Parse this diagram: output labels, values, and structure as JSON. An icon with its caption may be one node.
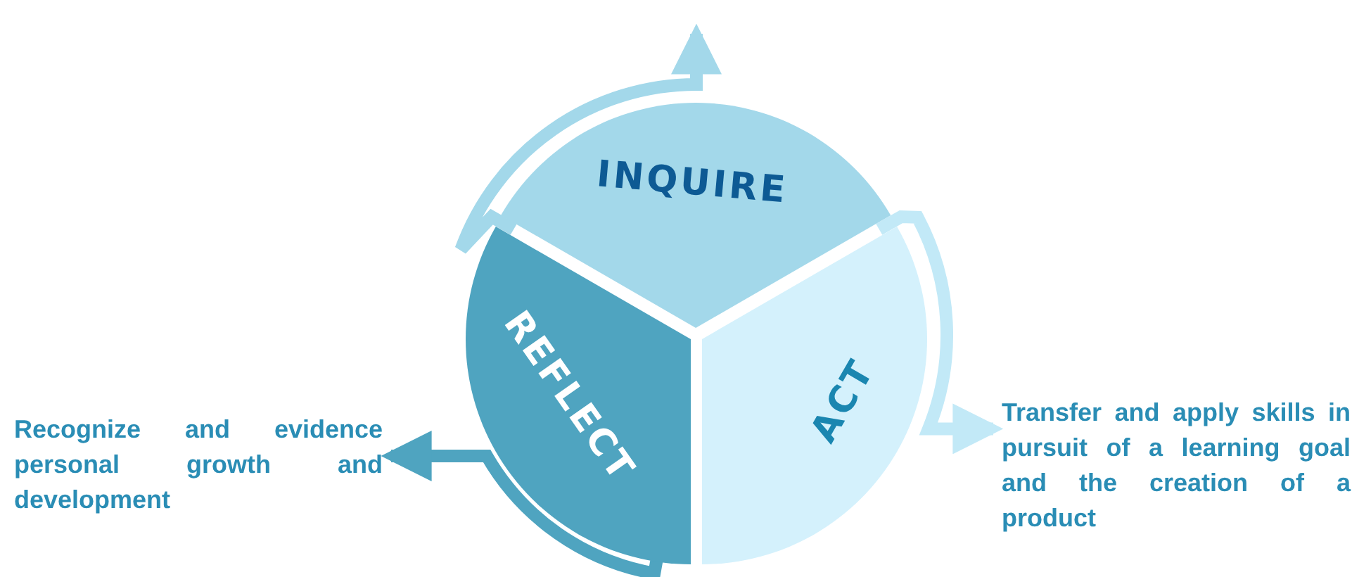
{
  "diagram": {
    "nodes": [
      {
        "text": [
          "INQUIRE"
        ]
      },
      {
        "text": [
          "REFLECT"
        ]
      },
      {
        "text": [
          "ACT"
        ]
      },
      {
        "text": [
          "Recognize and evidence personal growth and development"
        ]
      },
      {
        "text": [
          "Transfer and apply skills in pursuit of a learning goal and the creation of a product"
        ]
      }
    ],
    "edges": [
      {
        "from": 0,
        "to": null,
        "arrow": "to"
      },
      {
        "from": 2,
        "to": 4,
        "arrow": "to"
      },
      {
        "from": 1,
        "to": 3,
        "arrow": "to"
      }
    ]
  }
}
